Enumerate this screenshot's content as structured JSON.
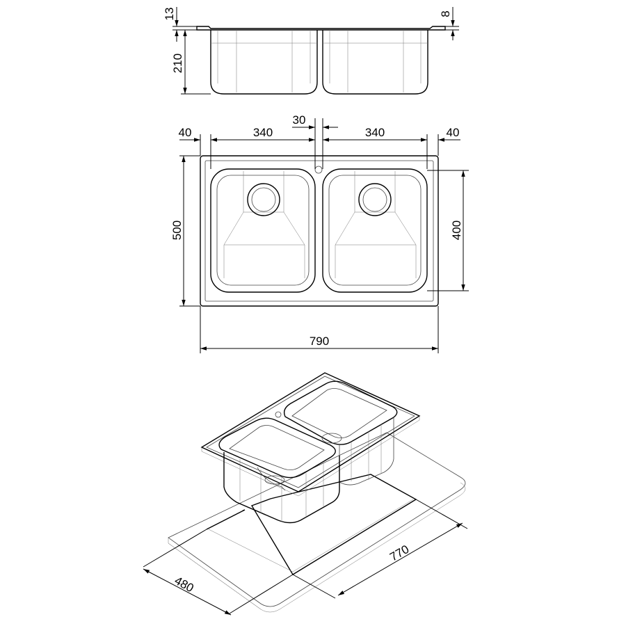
{
  "dimensions": {
    "rim_thickness": "13",
    "flange_height": "8",
    "bowl_depth": "210",
    "left_margin": "40",
    "bowl_width_left": "340",
    "center_gap": "30",
    "bowl_width_right": "340",
    "right_margin": "40",
    "overall_depth": "500",
    "bowl_length": "400",
    "overall_width": "790",
    "cutout_width": "770",
    "cutout_depth": "480"
  }
}
